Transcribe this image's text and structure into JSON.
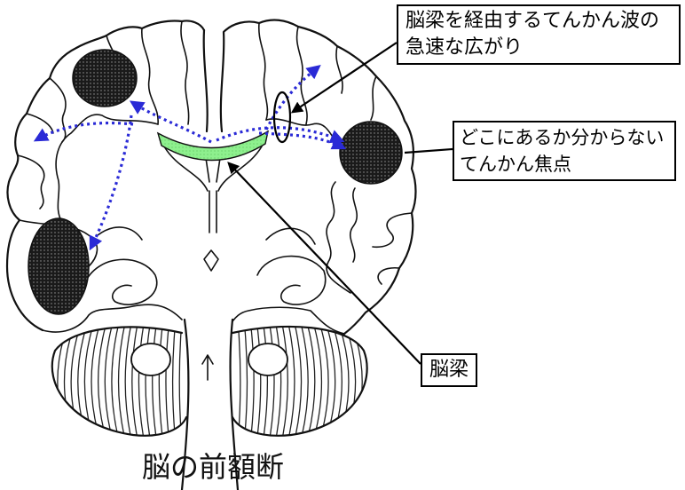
{
  "labels": {
    "callosal_spread": {
      "line1": "脳梁を経由するてんかん波の",
      "line2": "急速な広がり"
    },
    "unknown_focus": {
      "line1": "どこにあるか分からない",
      "line2": "てんかん焦点"
    },
    "corpus_callosum": "脳梁"
  },
  "caption": "脳の前額断",
  "colors": {
    "arrow": "#2a2ad6",
    "callosum": "#8ef08e",
    "focus": "#1a1a1a",
    "line": "#000000"
  }
}
